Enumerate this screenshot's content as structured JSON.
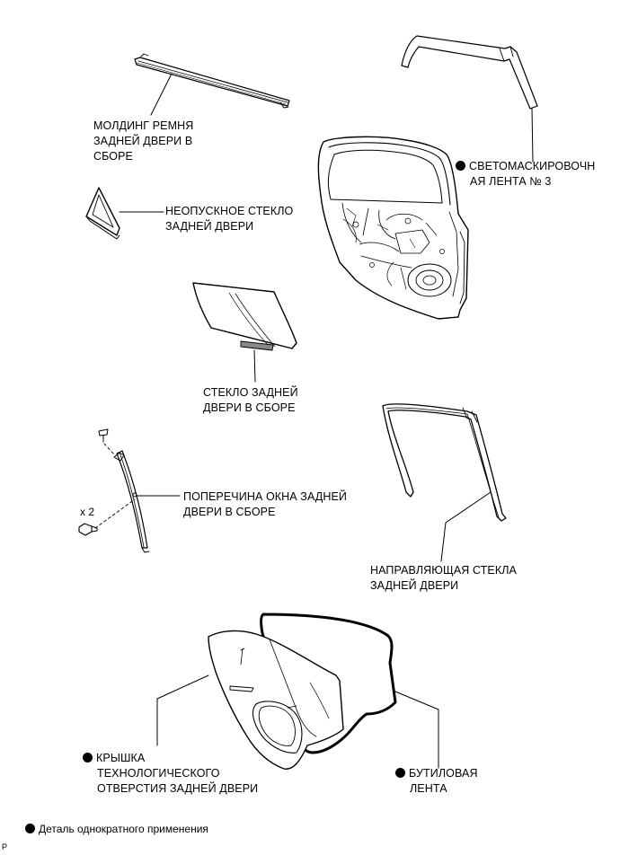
{
  "labels": {
    "belt_molding": [
      "МОЛДИНГ РЕМНЯ",
      "ЗАДНЕЙ ДВЕРИ В",
      "СБОРЕ"
    ],
    "blackout_tape": [
      "СВЕТОМАСКИРОВОЧН",
      "АЯ ЛЕНТА № 3"
    ],
    "quarter_glass": [
      "НЕОПУСКНОЕ СТЕКЛО",
      "ЗАДНЕЙ ДВЕРИ"
    ],
    "door_glass": [
      "СТЕКЛО ЗАДНЕЙ",
      "ДВЕРИ В СБОРЕ"
    ],
    "division_bar": [
      "ПОПЕРЕЧИНА ОКНА ЗАДНЕЙ",
      "ДВЕРИ В СБОРЕ"
    ],
    "glass_run": [
      "НАПРАВЛЯЮЩАЯ СТЕКЛА",
      "ЗАДНЕЙ ДВЕРИ"
    ],
    "service_cover": [
      "КРЫШКА",
      "ТЕХНОЛОГИЧЕСКОГО",
      "ОТВЕРСТИЯ ЗАДНЕЙ ДВЕРИ"
    ],
    "butyl_tape": [
      "БУТИЛОВАЯ",
      "ЛЕНТА"
    ]
  },
  "quantity": "x 2",
  "legend": "Деталь однократного применения",
  "corner_mark": "P"
}
